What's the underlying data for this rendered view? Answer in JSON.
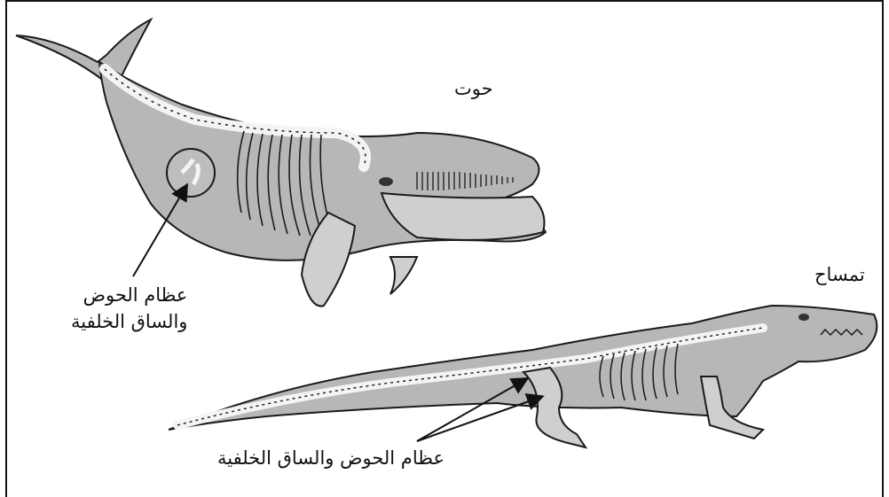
{
  "labels": {
    "whale_name": "حوت",
    "crocodile_name": "تمساح",
    "whale_pelvis_line1": "عظام الحوض",
    "whale_pelvis_line2": "والساق الخلفية",
    "crocodile_pelvis": "عظام الحوض والساق الخلفية"
  },
  "colors": {
    "body": "#b7b7b7",
    "body_light": "#d4d4d4",
    "bone": "#f4f4f4",
    "outline": "#1a1a1a"
  }
}
